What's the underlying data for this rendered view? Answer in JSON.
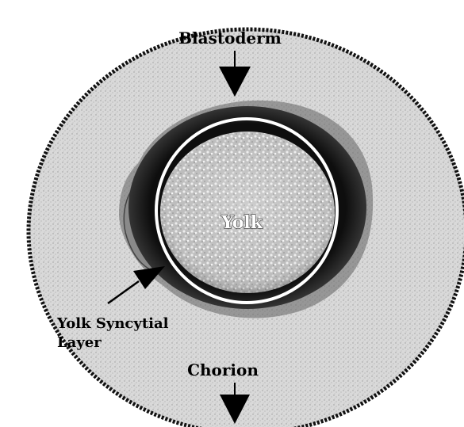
{
  "labels": {
    "blastoderm": "Blastoderm",
    "yolk": "Yolk",
    "ysl_line1": "Yolk Syncytial",
    "ysl_line2": "Layer",
    "chorion": "Chorion"
  },
  "colors": {
    "background": "#ffffff",
    "chorion_fill": "#d8d8d8",
    "blastoderm_dark": "#1e1e1e",
    "yolk_light": "#cfcfcf",
    "outline": "#111111",
    "ysl_ring": "#ffffff"
  }
}
